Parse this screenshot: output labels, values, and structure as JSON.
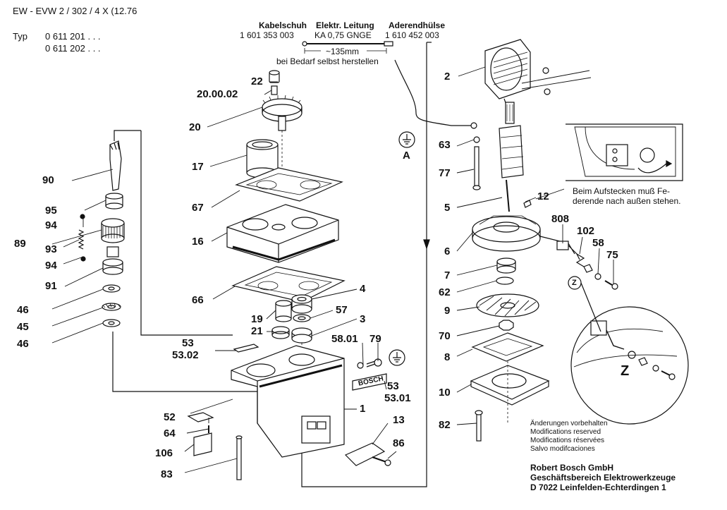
{
  "header": {
    "doc_code": "EW - EVW 2 / 302 / 4 X (12.76",
    "typ_label": "Typ",
    "typ_values": [
      "0 611 201 . . .",
      "0 611 202 . . ."
    ]
  },
  "cable_spec": {
    "kabelschuh_title": "Kabelschuh",
    "kabelschuh_no": "1 601 353 003",
    "leitung_title": "Elektr. Leitung",
    "leitung_value": "KA 0,75 GNGE",
    "aderend_title": "Aderendhülse",
    "aderend_no": "1 610 452 003",
    "length": "~135mm",
    "note": "bei Bedarf selbst herstellen"
  },
  "ground_label": "A",
  "mounting_note": [
    "Beim Aufstecken muß Fe-",
    "derende nach außen stehen."
  ],
  "detail_label": "Z",
  "detail_small_label": "Z",
  "parts": {
    "p22": "22",
    "p20_00_02": "20.00.02",
    "p20": "20",
    "p17": "17",
    "p67": "67",
    "p16": "16",
    "p66": "66",
    "p19": "19",
    "p21": "21",
    "p4": "4",
    "p57": "57",
    "p3": "3",
    "p53": "53",
    "p53_02": "53.02",
    "p58_01": "58.01",
    "p79": "79",
    "p53b": "53",
    "p53_01": "53.01",
    "p1": "1",
    "p13": "13",
    "p86": "86",
    "p52": "52",
    "p64": "64",
    "p106": "106",
    "p83": "83",
    "p90": "90",
    "p95": "95",
    "p94a": "94",
    "p89": "89",
    "p93": "93",
    "p94b": "94",
    "p91": "91",
    "p46a": "46",
    "p45": "45",
    "p46b": "46",
    "p2": "2",
    "p63": "63",
    "p77": "77",
    "p5": "5",
    "p12": "12",
    "p808": "808",
    "p102": "102",
    "p58": "58",
    "p75": "75",
    "p6": "6",
    "p7": "7",
    "p62": "62",
    "p9": "9",
    "p70": "70",
    "p8": "8",
    "p10": "10",
    "p82": "82"
  },
  "nameplate_text": "BOSCH",
  "changes_note": [
    "Änderungen vorbehalten",
    "Modifications reserved",
    "Modifications réservées",
    "Salvo modifcaciones"
  ],
  "footer": [
    "Robert Bosch GmbH",
    "Geschäftsbereich Elektrowerkzeuge",
    "D 7022 Leinfelden-Echterdingen 1"
  ]
}
